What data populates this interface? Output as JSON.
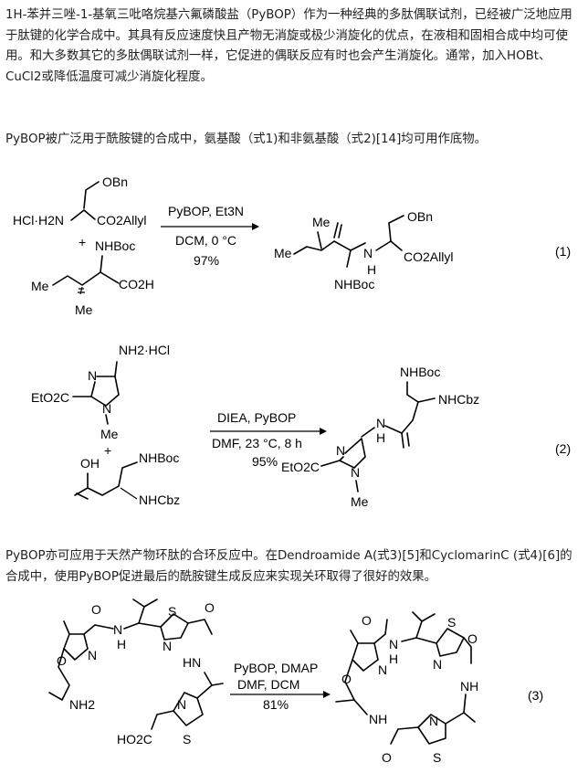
{
  "paragraphs": {
    "intro": "1H-苯并三唑-1-基氧三吡咯烷基六氟磷酸盐（PyBOP）作为一种经典的多肽偶联试剂，已经被广泛地应用于肽键的化学合成中。其具有反应速度快且产物无消旋或极少消旋化的优点，在液相和固相合成中均可使用。和大多数其它的多肽偶联试剂一样，它促进的偶联反应有时也会产生消旋化。通常，加入HOBt、CuCl2或降低温度可减少消旋化程度。",
    "amide": "PyBOP被广泛用于酰胺键的合成中，氨基酸（式1)和非氨基酸（式2)[14]均可用作底物。",
    "cyclic": "PyBOP亦可应用于天然产物环肽的合环反应中。在Dendroamide A(式3)[5]和CyclomarinC (式4)[6]的合成中，使用PyBOP促进最后的酰胺键生成反应来实现关环取得了很好的效果。"
  },
  "reaction1": {
    "label": "(1)",
    "conditions_top": "PyBOP, Et3N",
    "conditions_mid": "DCM, 0 °C",
    "yield": "97%",
    "reactant_a": {
      "salt": "HCl·H2N",
      "protect": "OBn",
      "ester": "CO2Allyl"
    },
    "reactant_b": {
      "plus": "+",
      "amine": "NHBoc",
      "methyl_a": "Me",
      "methyl_b": "Me",
      "acid": "CO2H"
    },
    "product": {
      "me_top": "Me",
      "me_left": "Me",
      "nh": "N",
      "h": "H",
      "boc": "NHBoc",
      "protect": "OBn",
      "ester": "CO2Allyl"
    }
  },
  "reaction2": {
    "label": "(2)",
    "conditions_top": "DIEA, PyBOP",
    "conditions_mid": "DMF, 23 °C, 8 h",
    "yield": "95%",
    "reactant_a": {
      "amine_salt": "NH2·HCl",
      "ester": "EtO2C",
      "n_top": "N",
      "n_ring": "N",
      "me": "Me"
    },
    "reactant_b": {
      "plus": "+",
      "oh": "OH",
      "boc": "NHBoc",
      "cbz": "NHCbz"
    },
    "product": {
      "boc": "NHBoc",
      "cbz": "NHCbz",
      "nh": "N",
      "h": "H",
      "n_top": "N",
      "n_ring": "N",
      "ester": "EtO2C",
      "me": "Me"
    }
  },
  "reaction3": {
    "label": "(3)",
    "conditions_top": "PyBOP, DMAP",
    "conditions_mid": "DMF, DCM",
    "yield": "81%",
    "reactant": {
      "o1": "O",
      "n1": "N",
      "o2": "O",
      "nh_top": "N",
      "h_top": "H",
      "s1": "S",
      "n2": "N",
      "o3": "O",
      "hn": "HN",
      "nh2": "NH2",
      "n3": "N",
      "s2": "S",
      "acid": "HO2C"
    },
    "product": {
      "o1": "O",
      "n1": "N",
      "o2": "O",
      "nh_top": "N",
      "h_top": "H",
      "s1": "S",
      "n2": "N",
      "o3": "O",
      "nh_r": "NH",
      "nh_l": "NH",
      "n3": "N",
      "s2": "S",
      "o4": "O"
    }
  }
}
